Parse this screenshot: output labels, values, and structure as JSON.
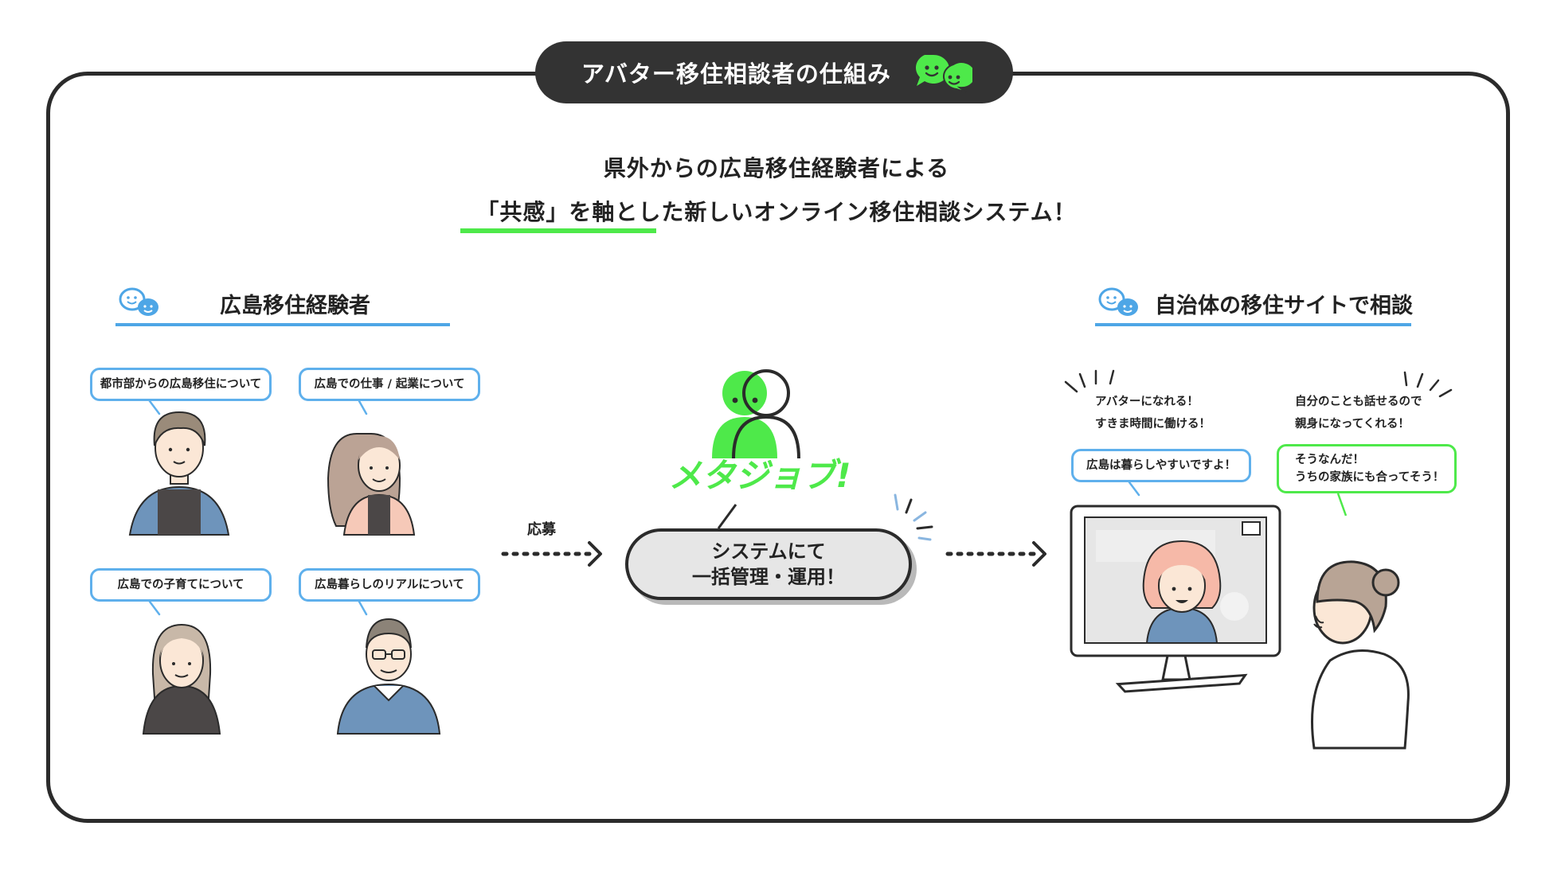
{
  "title": "アバター移住相談者の仕組み",
  "headline": {
    "line1": "県外からの広島移住経験者による",
    "line2": "「共感」を軸とした新しいオンライン移住相談システム！"
  },
  "left_section": {
    "title": "広島移住経験者",
    "bubbles": [
      "都市部からの広島移住について",
      "広島での仕事 / 起業について",
      "広島での子育てについて",
      "広島暮らしのリアルについて"
    ]
  },
  "center": {
    "apply_label": "応募",
    "brand": "メタジョブ!",
    "system_line1": "システムにて",
    "system_line2": "一括管理・運用！"
  },
  "right_section": {
    "title": "自治体の移住サイトで相談",
    "avatar_comment_line1": "アバターになれる！",
    "avatar_comment_line2": "すきま時間に働ける！",
    "family_comment_line1": "自分のことも話せるので",
    "family_comment_line2": "親身になってくれる！",
    "screen_bubble": "広島は暮らしやすいですよ！",
    "reply_line1": "そうなんだ！",
    "reply_line2": "うちの家族にも合ってそう！"
  },
  "colors": {
    "green": "#4ee94a",
    "blue": "#5fb0ec",
    "dark": "#333333"
  }
}
